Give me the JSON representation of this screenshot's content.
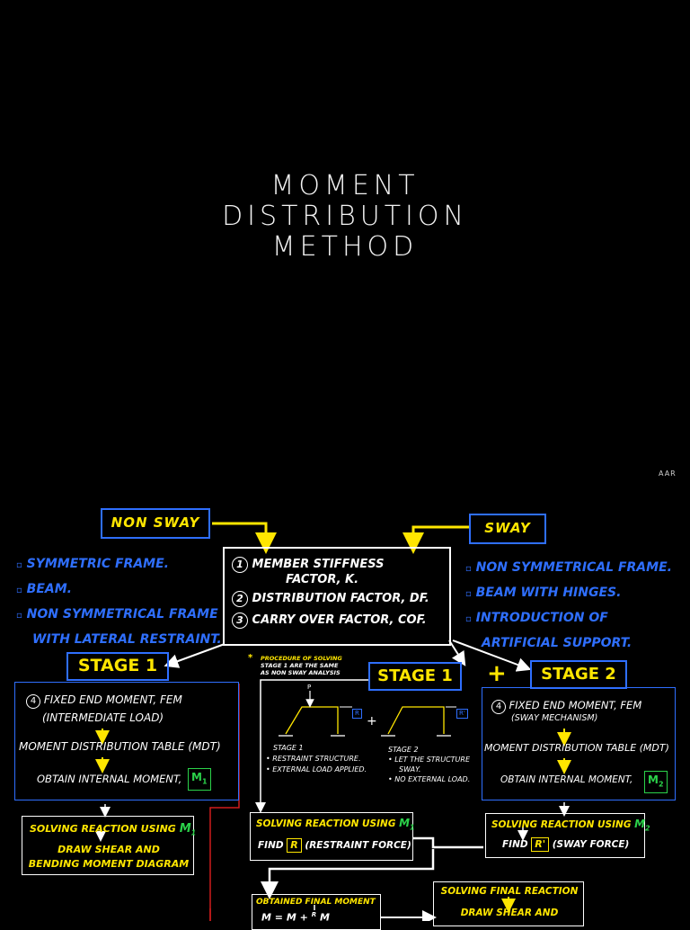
{
  "title": {
    "line1": "MOMENT",
    "line2": "DISTRIBUTION",
    "line3": "METHOD"
  },
  "credit": "AAR",
  "non_sway": {
    "label": "NON SWAY",
    "items": [
      "SYMMETRIC FRAME.",
      "BEAM.",
      "NON SYMMETRICAL FRAME",
      "WITH LATERAL RESTRAINT."
    ]
  },
  "sway": {
    "label": "SWAY",
    "items": [
      "NON SYMMETRICAL FRAME.",
      "BEAM WITH HINGES.",
      "INTRODUCTION OF",
      "ARTIFICIAL SUPPORT."
    ]
  },
  "center_box": {
    "line1": "MEMBER STIFFNESS",
    "line1b": "FACTOR, K.",
    "line2": "DISTRIBUTION FACTOR, DF.",
    "line3": "CARRY OVER FACTOR, COF.",
    "n1": "1",
    "n2": "2",
    "n3": "3"
  },
  "left_stage": {
    "label": "STAGE 1",
    "n4": "4",
    "fem": "FIXED END MOMENT, FEM",
    "fem_sub": "(INTERMEDIATE LOAD)",
    "mdt": "MOMENT DISTRIBUTION TABLE (MDT)",
    "obtain": "OBTAIN INTERNAL MOMENT,",
    "m_sym": "M",
    "m_sub": "1",
    "react": "SOLVING REACTION USING",
    "draw1": "DRAW SHEAR AND",
    "draw2": "BENDING MOMENT DIAGRAM"
  },
  "note": {
    "star": "*",
    "line1": "PROCEDURE OF SOLVING",
    "line2": "STAGE 1 ARE THE SAME",
    "line3": "AS NON SWAY ANALYSIS"
  },
  "mid_stage": {
    "stage1": "STAGE 1",
    "plus": "+",
    "stage2": "STAGE 2",
    "p_label": "P",
    "r_label": "R",
    "r_prime": "R'",
    "plus_small": "+",
    "s1_title": "STAGE 1",
    "s1_a": "• RESTRAINT STRUCTURE.",
    "s1_b": "• EXTERNAL LOAD APPLIED.",
    "s2_title": "STAGE 2",
    "s2_a": "• LET THE STRUCTURE",
    "s2_a2": "SWAY.",
    "s2_b": "• NO EXTERNAL LOAD.",
    "react": "SOLVING REACTION USING",
    "find": "FIND",
    "restraint": "(RESTRAINT FORCE)",
    "final1": "OBTAINED FINAL MOMENT",
    "final_eq": "M",
    "final_eq2": "= M",
    "final_eq3": "+",
    "final_frac": "R",
    "final_eq4": "M"
  },
  "right_stage": {
    "n4": "4",
    "fem": "FIXED END MOMENT, FEM",
    "fem_sub": "(SWAY MECHANISM)",
    "mdt": "MOMENT DISTRIBUTION TABLE (MDT)",
    "obtain": "OBTAIN INTERNAL MOMENT,",
    "m_sym": "M",
    "m_sub": "2",
    "react": "SOLVING REACTION USING",
    "find": "FIND",
    "sway_force": "(SWAY FORCE)",
    "final_react": "SOLVING FINAL REACTION",
    "draw1": "DRAW SHEAR AND"
  },
  "colors": {
    "blue": "#2f6fff",
    "yellow": "#ffe600",
    "green": "#2bd24a",
    "red": "#d01c1c",
    "white": "#ffffff"
  }
}
